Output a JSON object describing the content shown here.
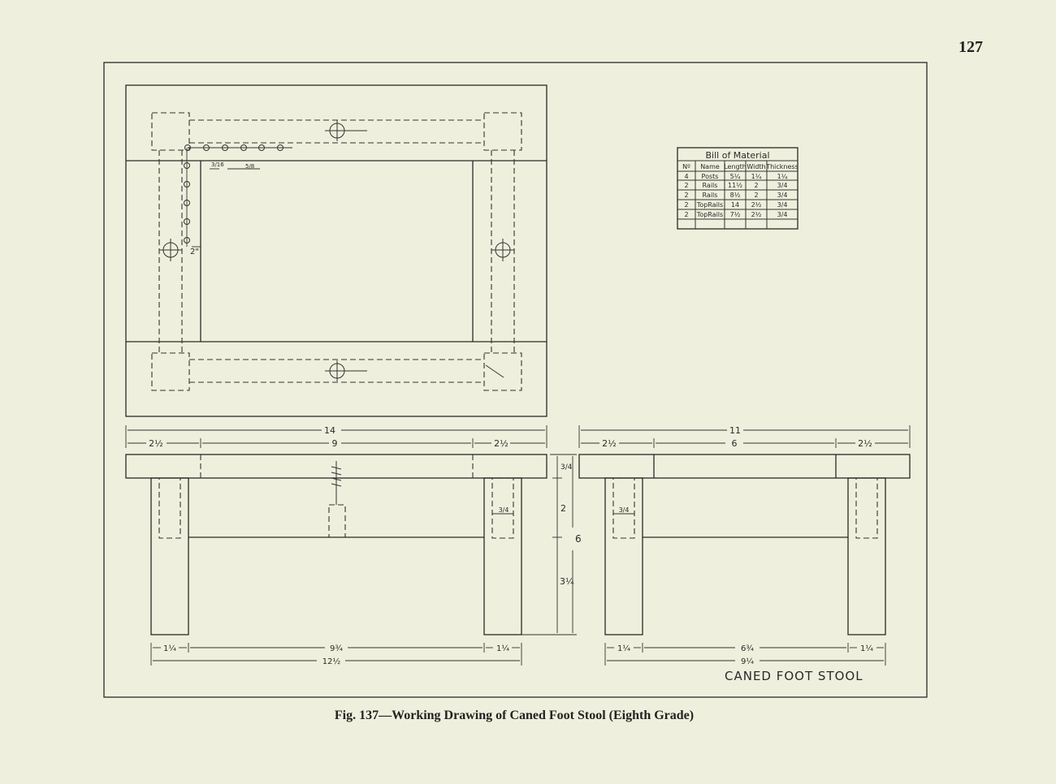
{
  "page": {
    "number": "127"
  },
  "caption": "Fig. 137—Working Drawing of Caned Foot Stool (Eighth Grade)",
  "drawing": {
    "title": "CANED FOOT STOOL",
    "plan_view": {
      "dim_hole_offset": "3/16",
      "dim_hole_spacing": "5/8",
      "dim_end": "2\""
    },
    "front_view": {
      "top_overall": "14",
      "top_left": "2½",
      "top_middle": "9",
      "top_right": "2½",
      "rail_thickness": "3/4",
      "rail_width": "2",
      "post_height": "6",
      "lower": "3¼",
      "tenon": "3/4",
      "bottom_left": "1¼",
      "bottom_middle": "9¾",
      "bottom_right": "1¼",
      "bottom_overall": "12½"
    },
    "side_view": {
      "top_overall": "11",
      "top_left": "2½",
      "top_middle": "6",
      "top_right": "2½",
      "tenon": "3/4",
      "bottom_left": "1¼",
      "bottom_middle": "6¾",
      "bottom_right": "1¼",
      "bottom_overall": "9¼"
    }
  },
  "bill_of_material": {
    "title": "Bill of Material",
    "columns": [
      "Nº",
      "Name",
      "Length",
      "Width",
      "Thickness"
    ],
    "rows": [
      [
        "4",
        "Posts",
        "5¼",
        "1¼",
        "1¼"
      ],
      [
        "2",
        "Rails",
        "11½",
        "2",
        "3/4"
      ],
      [
        "2",
        "Rails",
        "8½",
        "2",
        "3/4"
      ],
      [
        "2",
        "TopRails",
        "14",
        "2½",
        "3/4"
      ],
      [
        "2",
        "TopRails",
        "7½",
        "2½",
        "3/4"
      ]
    ]
  }
}
